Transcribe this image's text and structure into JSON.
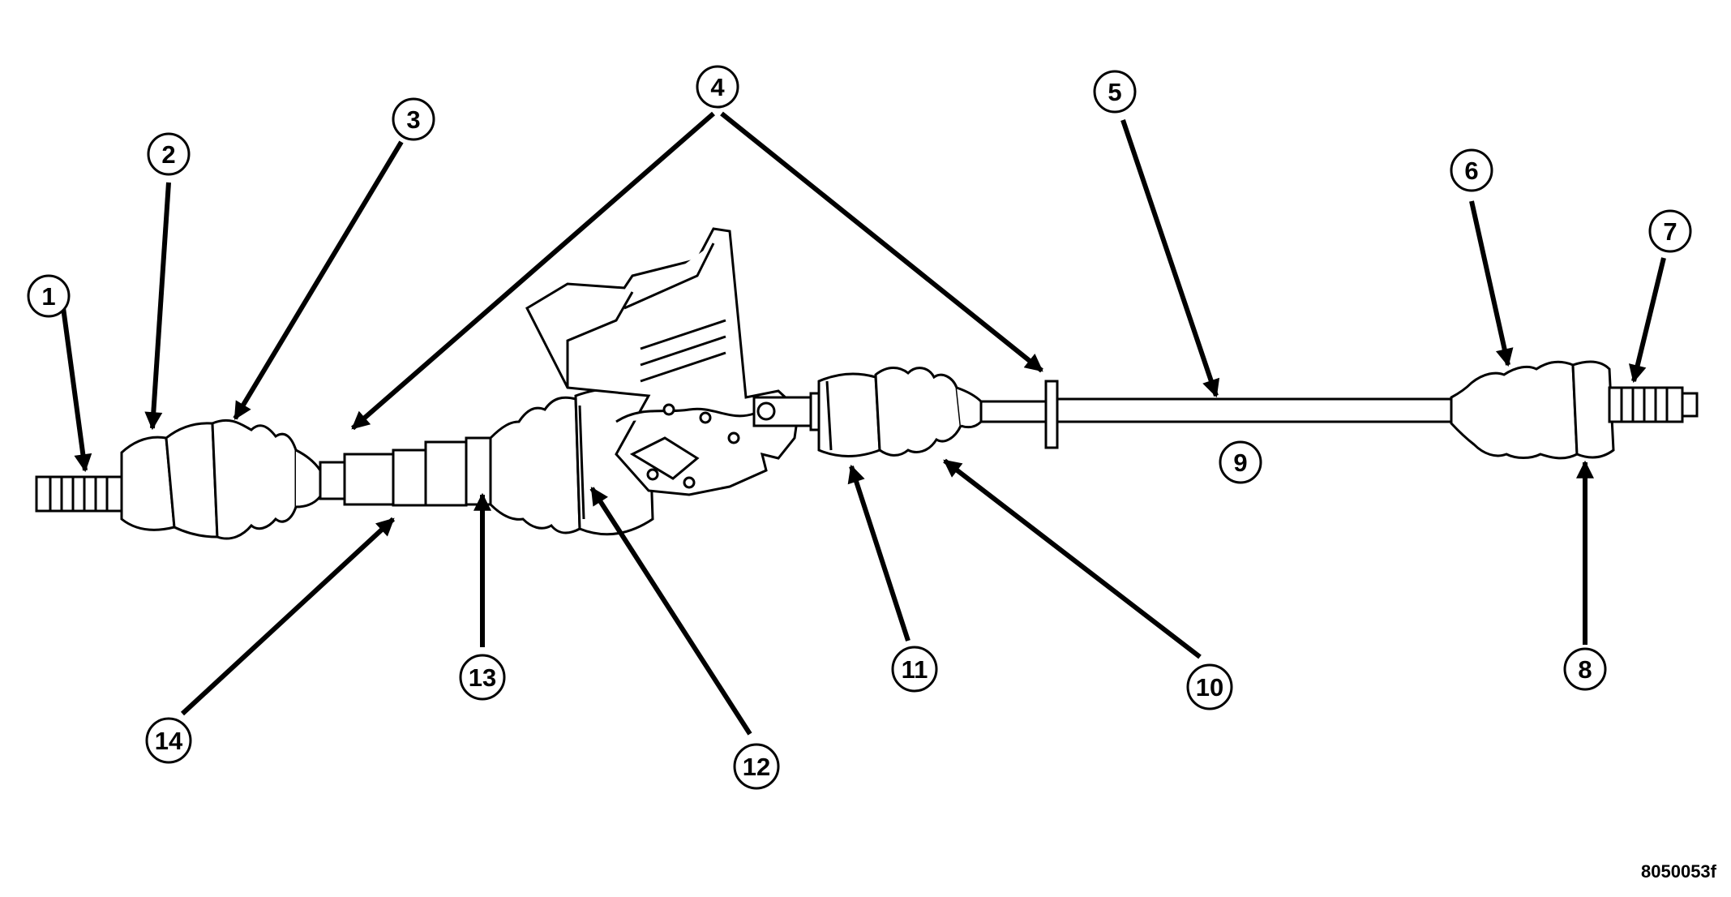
{
  "figure_id": "8050053f",
  "callouts": [
    {
      "label": "1"
    },
    {
      "label": "2"
    },
    {
      "label": "3"
    },
    {
      "label": "4"
    },
    {
      "label": "5"
    },
    {
      "label": "6"
    },
    {
      "label": "7"
    },
    {
      "label": "8"
    },
    {
      "label": "9"
    },
    {
      "label": "10"
    },
    {
      "label": "11"
    },
    {
      "label": "12"
    },
    {
      "label": "13"
    },
    {
      "label": "14"
    }
  ]
}
